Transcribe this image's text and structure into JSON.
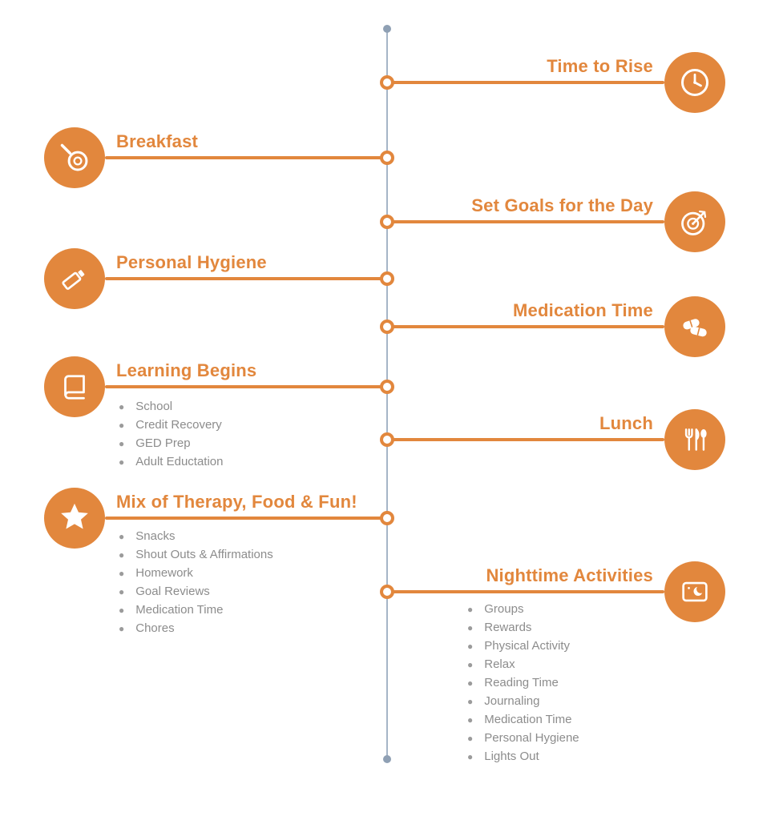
{
  "colors": {
    "accent": "#E2873D",
    "line": "#A6B5C7",
    "dot": "#8FA0B4",
    "muted": "#8C8C8C"
  },
  "timeline": {
    "events": [
      {
        "title": "Time to Rise",
        "side": "right",
        "icon": "clock-icon",
        "items": []
      },
      {
        "title": "Breakfast",
        "side": "left",
        "icon": "pan-icon",
        "items": []
      },
      {
        "title": "Set Goals for the Day",
        "side": "right",
        "icon": "target-icon",
        "items": []
      },
      {
        "title": "Personal Hygiene",
        "side": "left",
        "icon": "toothpaste-icon",
        "items": []
      },
      {
        "title": "Medication Time",
        "side": "right",
        "icon": "pills-icon",
        "items": []
      },
      {
        "title": "Learning Begins",
        "side": "left",
        "icon": "book-icon",
        "items": [
          "School",
          "Credit Recovery",
          "GED Prep",
          "Adult Eductation"
        ]
      },
      {
        "title": "Lunch",
        "side": "right",
        "icon": "cutlery-icon",
        "items": []
      },
      {
        "title": "Mix of Therapy, Food & Fun!",
        "side": "left",
        "icon": "star-icon",
        "items": [
          "Snacks",
          "Shout Outs & Affirmations",
          "Homework",
          "Goal Reviews",
          "Medication Time",
          "Chores"
        ]
      },
      {
        "title": "Nighttime Activities",
        "side": "right",
        "icon": "picture-icon",
        "items": [
          "Groups",
          "Rewards",
          "Physical Activity",
          "Relax",
          "Reading Time",
          "Journaling",
          "Medication Time",
          "Personal Hygiene",
          "Lights Out"
        ]
      }
    ]
  }
}
